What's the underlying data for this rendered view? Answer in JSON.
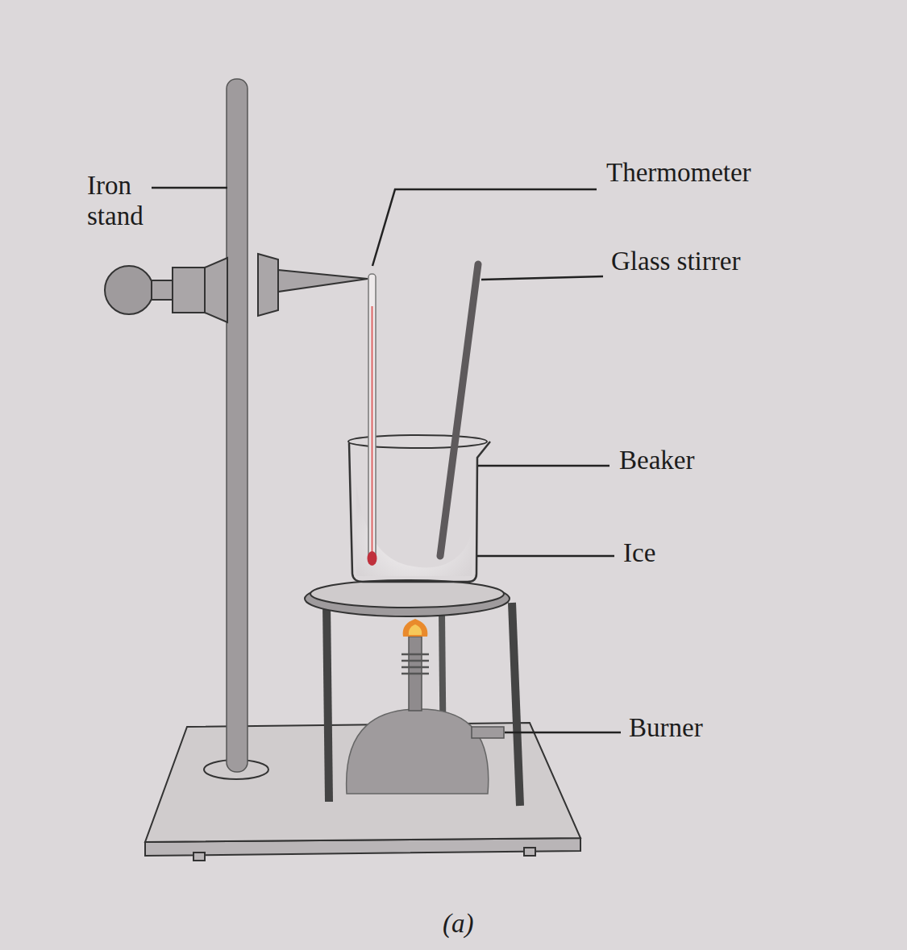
{
  "diagram": {
    "caption": "(a)",
    "labels": [
      "Iron stand",
      "Thermometer",
      "Glass stirrer",
      "Beaker",
      "Ice",
      "Burner"
    ]
  }
}
